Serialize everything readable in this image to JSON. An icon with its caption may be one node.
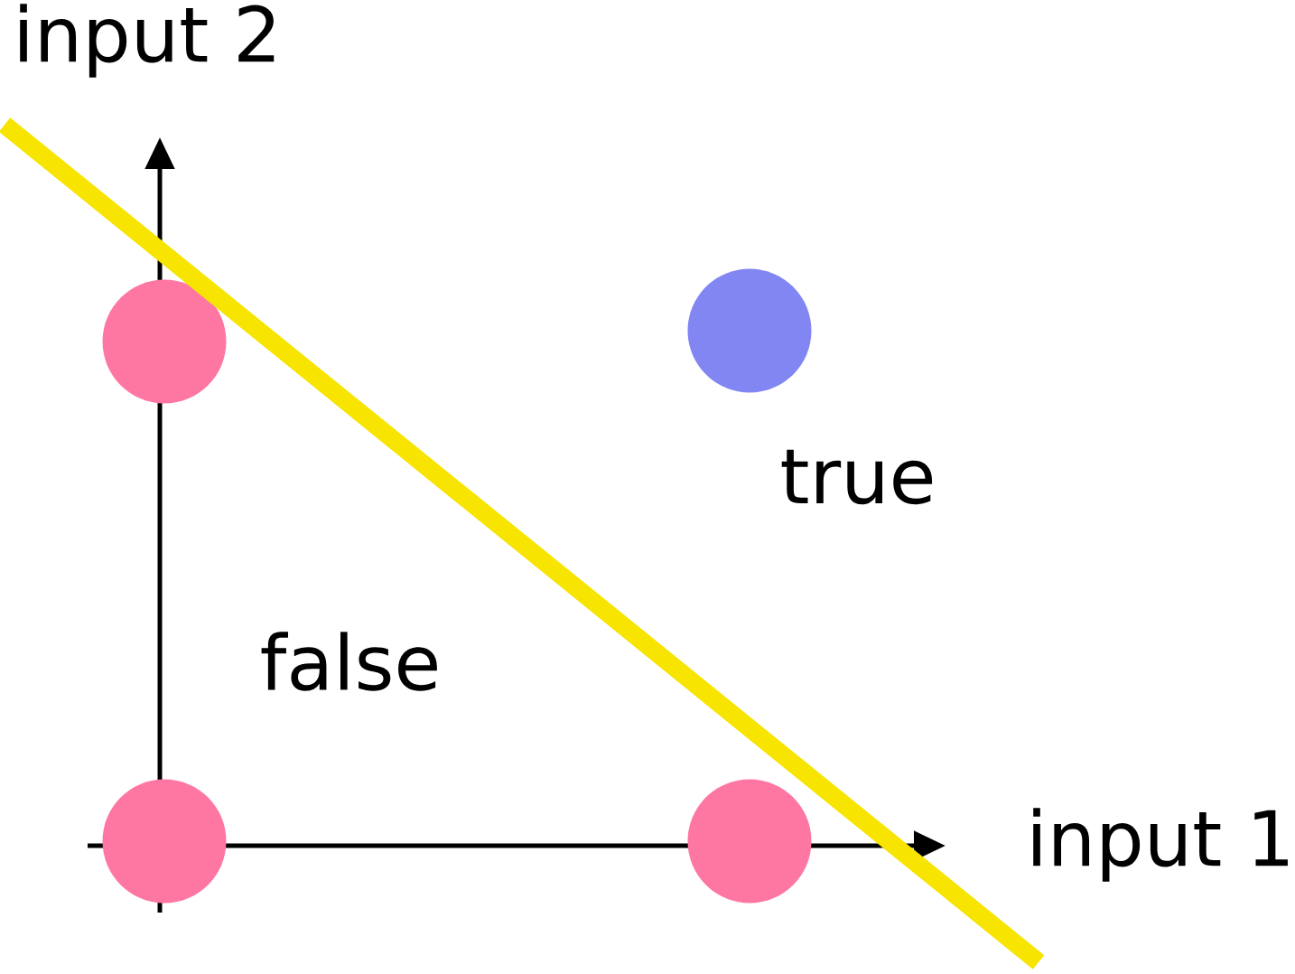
{
  "diagram": {
    "nodes": [
      {
        "text": [],
        "shape": "circle"
      },
      {
        "text": [],
        "shape": "circle"
      },
      {
        "text": [],
        "shape": "circle"
      },
      {
        "text": [],
        "shape": "circle"
      }
    ],
    "labels": [
      "input 2",
      "true",
      "false",
      "input 1"
    ]
  }
}
